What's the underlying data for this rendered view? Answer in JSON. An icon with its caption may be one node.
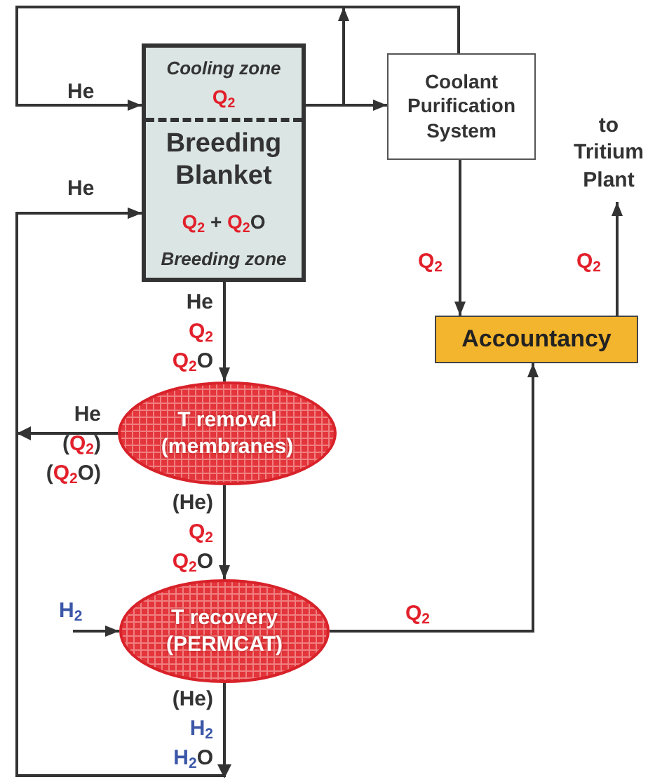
{
  "diagram": {
    "nodes": [
      {
        "text": [
          "Cooling zone",
          "Q$_{2}$",
          "Breeding Blanket",
          "Q$_{2}$ + Q$_{2}$O",
          "Breeding zone"
        ]
      },
      {
        "text": [
          "Coolant Purification System"
        ]
      },
      {
        "text": [
          "to Tritium Plant"
        ]
      },
      {
        "text": [
          "Accountancy"
        ]
      },
      {
        "text": [
          "T removal (membranes)"
        ]
      },
      {
        "text": [
          "T recovery (PERMCAT)"
        ]
      }
    ],
    "edges": [
      {
        "from": 0,
        "to": 1,
        "arrow": "to"
      },
      {
        "from": 1,
        "to": 0,
        "arrow": "to",
        "label": "He"
      },
      {
        "from": 0,
        "to": 0,
        "arrow": "to"
      },
      {
        "from": 1,
        "to": 3,
        "arrow": "to",
        "label": "Q$_{2}$"
      },
      {
        "from": 3,
        "to": 2,
        "arrow": "to",
        "label": "Q$_{2}$"
      },
      {
        "from": 0,
        "to": 4,
        "arrow": "to",
        "label": "He Q$_{2}$ Q$_{2}$O"
      },
      {
        "from": 4,
        "to": 0,
        "arrow": "to",
        "label": "He (Q$_{2}$) (Q$_{2}$O)"
      },
      {
        "from": 4,
        "to": 5,
        "arrow": "to",
        "label": "(He) Q$_{2}$ Q$_{2}$O"
      },
      {
        "from": null,
        "to": 5,
        "arrow": "to",
        "label": "H$_{2}$"
      },
      {
        "from": 5,
        "to": 3,
        "arrow": "to",
        "label": "Q$_{2}$"
      },
      {
        "from": 5,
        "to": 0,
        "arrow": "to",
        "label": "(He) H$_{2}$ H$_{2}$O"
      }
    ],
    "labels": [
      "He"
    ]
  }
}
